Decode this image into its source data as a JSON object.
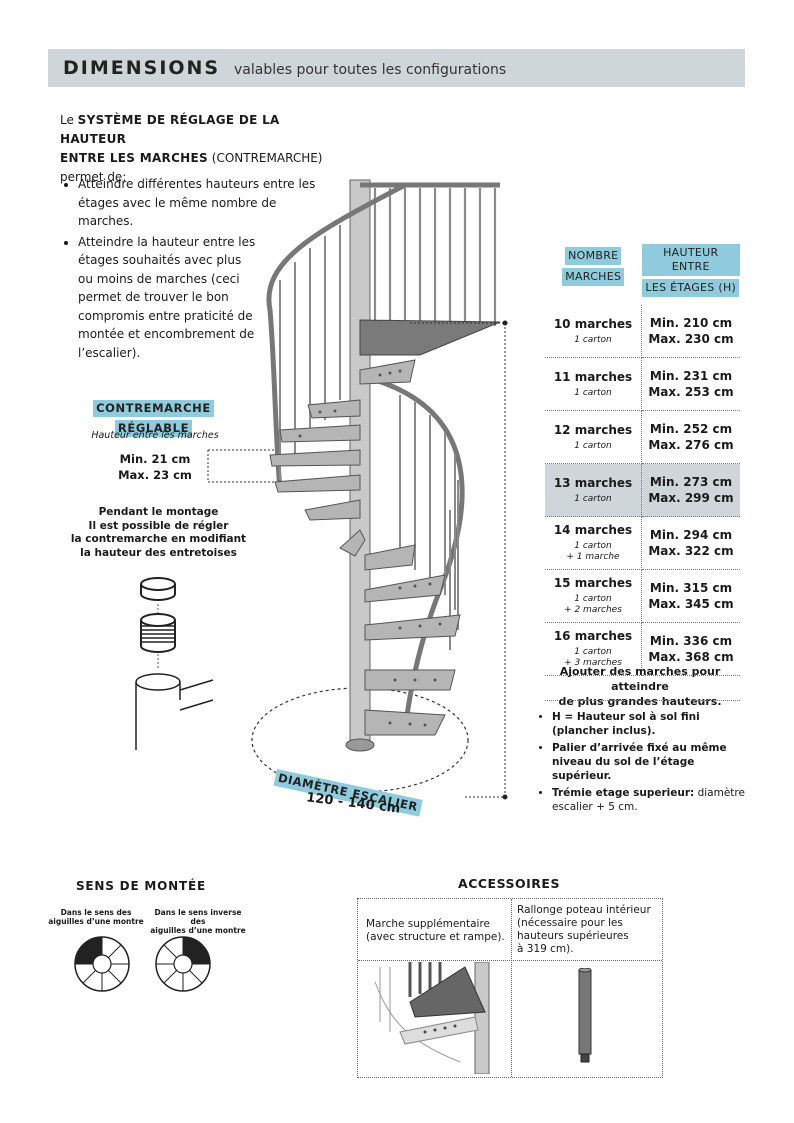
{
  "header": {
    "title": "DIMENSIONS",
    "subtitle": "valables pour toutes les configurations"
  },
  "intro": {
    "prefix": "Le ",
    "bold1": "SYSTÈME DE RÉGLAGE DE LA HAUTEUR",
    "bold2": "ENTRE LES MARCHES",
    "paren": " (CONTREMARCHE)",
    "suffix": "permet de:"
  },
  "bullets": [
    "Atteindre différentes hauteurs entre les étages avec le même nombre de marches.",
    "Atteindre la hauteur entre les étages souhaités avec plus ou moins de marches (ceci permet de trouver le bon compromis entre praticité de montée et encombrement de l’escalier)."
  ],
  "contremarche": {
    "tag_line1": "CONTREMARCHE",
    "tag_line2": "RÉGLABLE",
    "subtitle": "Hauteur entre les marches",
    "min": "Min. 21 cm",
    "max": "Max. 23 cm"
  },
  "montage": {
    "line1": "Pendant le montage",
    "line2": "Il est possible de régler",
    "line3": "la contremarche en modifiant",
    "line4": "la hauteur des entretoises"
  },
  "table": {
    "header_col1_l1": "NOMBRE",
    "header_col1_l2": "MARCHES",
    "header_col2_l1": "HAUTEUR ENTRE",
    "header_col2_l2": "LES ÉTAGES (H)",
    "rows": [
      {
        "name": "10 marches",
        "carton": "1 carton",
        "extra": "",
        "min": "Min. 210 cm",
        "max": "Max. 230 cm"
      },
      {
        "name": "11 marches",
        "carton": "1 carton",
        "extra": "",
        "min": "Min. 231 cm",
        "max": "Max. 253 cm"
      },
      {
        "name": "12 marches",
        "carton": "1 carton",
        "extra": "",
        "min": "Min. 252 cm",
        "max": "Max. 276 cm"
      },
      {
        "name": "13 marches",
        "carton": "1 carton",
        "extra": "",
        "min": "Min. 273 cm",
        "max": "Max. 299 cm"
      },
      {
        "name": "14 marches",
        "carton": "1 carton",
        "extra": "+ 1 marche",
        "min": "Min. 294 cm",
        "max": "Max. 322 cm"
      },
      {
        "name": "15 marches",
        "carton": "1 carton",
        "extra": "+ 2 marches",
        "min": "Min. 315 cm",
        "max": "Max. 345 cm"
      },
      {
        "name": "16 marches",
        "carton": "1 carton",
        "extra": "+ 3 marches",
        "min": "Min. 336 cm",
        "max": "Max. 368 cm"
      }
    ]
  },
  "add_more": {
    "line1": "Ajouter des marches pour atteindre",
    "line2": "de plus grandes hauteurs."
  },
  "notes": [
    {
      "bold": "H = Hauteur sol à sol fini (plancher inclus).",
      "rest": ""
    },
    {
      "bold": "Palier d’arrivée fixé au même niveau du sol de l’étage supérieur.",
      "rest": ""
    },
    {
      "bold": "Trémie etage superieur:",
      "rest": " diamètre escalier + 5 cm."
    }
  ],
  "diameter": {
    "tag": "DIAMÈTRE ESCALIER",
    "value": "120 - 140 cm"
  },
  "sens": {
    "title": "SENS DE MONTÉE",
    "left_l1": "Dans le sens des",
    "left_l2": "aiguilles d’une montre",
    "right_l1": "Dans le sens inverse des",
    "right_l2": "aiguilles d’une montre"
  },
  "accessoires": {
    "title": "ACCESSOIRES",
    "c1_l1": "Marche supplémentaire",
    "c1_l2": "(avec structure et rampe).",
    "c2_l1": "Rallonge poteau intérieur",
    "c2_l2": "(nécessaire pour les",
    "c2_l3": "hauteurs supérieures",
    "c2_l4": "à 319 cm)."
  }
}
